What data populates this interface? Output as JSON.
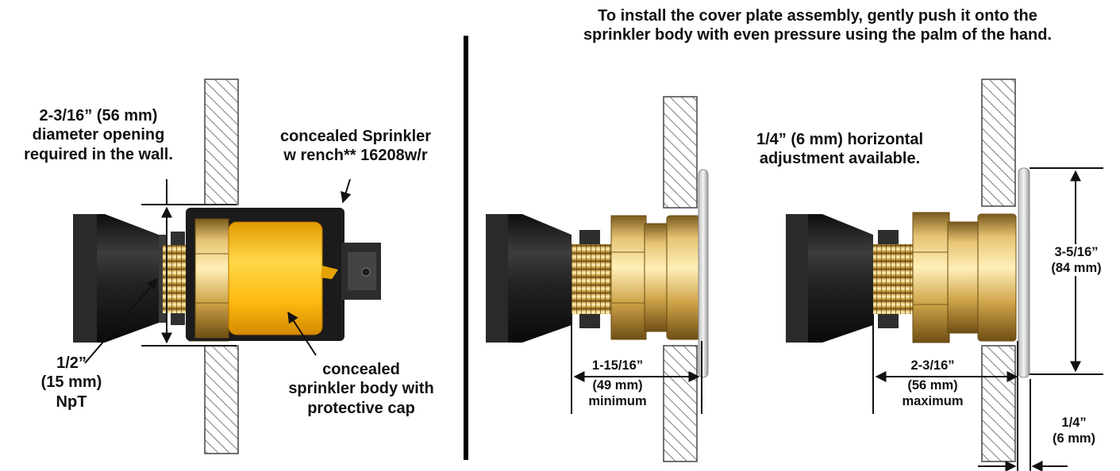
{
  "header": {
    "line1": "To install the cover plate assembly, gently push it onto the",
    "line2": "sprinkler body with even pressure using the palm of the hand."
  },
  "left": {
    "opening": {
      "l1": "2-3/16” (56 mm)",
      "l2": "diameter opening",
      "l3": "required in the wall."
    },
    "wrench": {
      "l1": "concealed Sprinkler",
      "l2": "w rench** 16208w/r"
    },
    "npt": {
      "l1": "1/2”",
      "l2": "(15 mm)",
      "l3": "NpT"
    },
    "body": {
      "l1": "concealed",
      "l2": "sprinkler body with",
      "l3": "protective cap"
    }
  },
  "right": {
    "adjust": {
      "l1": "1/4” (6 mm) horizontal",
      "l2": "adjustment available."
    },
    "min": {
      "l1": "1-15/16”",
      "l2": "(49 mm)",
      "l3": "minimum"
    },
    "max": {
      "l1": "2-3/16”",
      "l2": "(56 mm)",
      "l3": "maximum"
    },
    "plate": {
      "l1": "3-5/16”",
      "l2": "(84 mm)"
    },
    "gap": {
      "l1": "1/4”",
      "l2": "(6 mm)"
    }
  },
  "colors": {
    "brass": "#d9b15a",
    "cap": "#ffc21a",
    "wrench": "#1b1b1b",
    "fitting": "#1e1e1e",
    "wall_hatch": "#555555"
  }
}
